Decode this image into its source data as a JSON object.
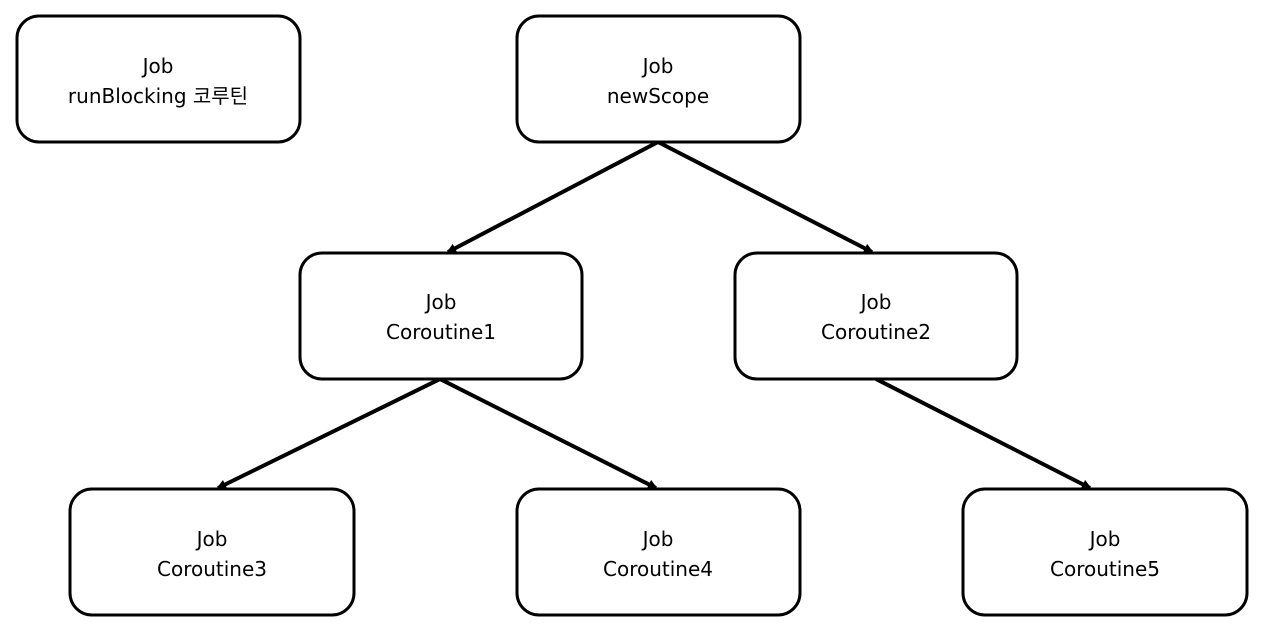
{
  "nodes": [
    {
      "id": "runblocking",
      "line1": "Job",
      "line2": "runBlocking 코루틴"
    },
    {
      "id": "newscope",
      "line1": "Job",
      "line2": "newScope"
    },
    {
      "id": "coroutine1",
      "line1": "Job",
      "line2": "Coroutine1"
    },
    {
      "id": "coroutine2",
      "line1": "Job",
      "line2": "Coroutine2"
    },
    {
      "id": "coroutine3",
      "line1": "Job",
      "line2": "Coroutine3"
    },
    {
      "id": "coroutine4",
      "line1": "Job",
      "line2": "Coroutine4"
    },
    {
      "id": "coroutine5",
      "line1": "Job",
      "line2": "Coroutine5"
    }
  ],
  "edges": [
    {
      "from": "newscope",
      "to": "coroutine1"
    },
    {
      "from": "newscope",
      "to": "coroutine2"
    },
    {
      "from": "coroutine1",
      "to": "coroutine3"
    },
    {
      "from": "coroutine1",
      "to": "coroutine4"
    },
    {
      "from": "coroutine2",
      "to": "coroutine5"
    }
  ]
}
